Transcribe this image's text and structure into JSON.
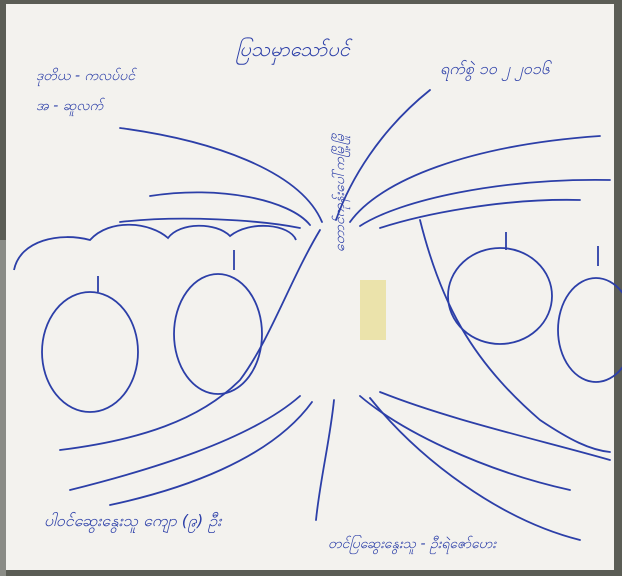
{
  "colors": {
    "paper": "#f3f2ee",
    "ink": "#2c3fa8",
    "highlight": "#e8df9a",
    "background": "#5b5d55"
  },
  "texts": {
    "title": "ပြသမှာသော်ပင်",
    "date": "ရက်စွဲ ၁၀ ၂ ၂၀၁၆",
    "class": "ဒုတိယ - ကလပ်ပင်",
    "subject": "အ - ဆူလက်",
    "center_label": "တောင်ကုန်းပေါ်ကမြို့မြို",
    "footer_left": "ပါဝင်ဆွေးနွေးသူ ကျော (၉) ဦး",
    "footer_right": "တင်ပြဆွေးနွေးသူ - ဦးရဲဇော်ဟေး"
  }
}
